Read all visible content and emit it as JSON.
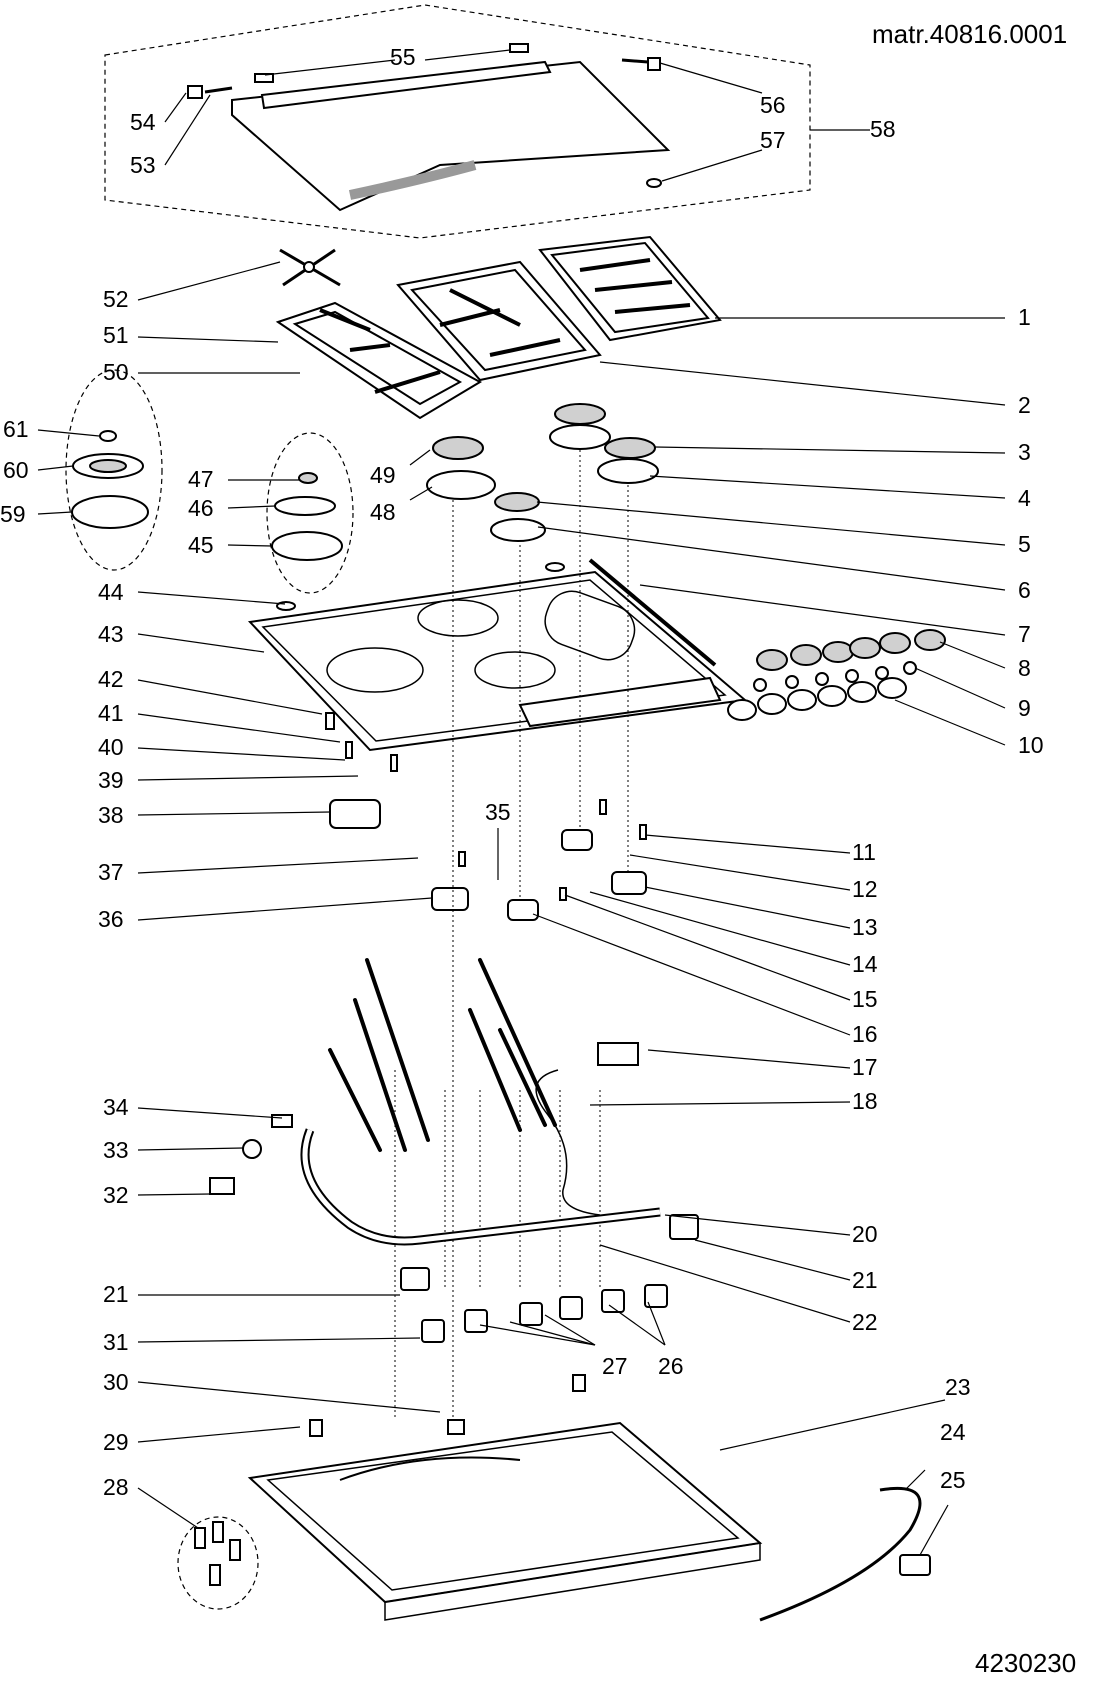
{
  "header": {
    "material_code": "matr.40816.0001",
    "drawing_number": "4230230"
  },
  "callouts": [
    {
      "id": "1",
      "label": "1"
    },
    {
      "id": "2",
      "label": "2"
    },
    {
      "id": "3",
      "label": "3"
    },
    {
      "id": "4",
      "label": "4"
    },
    {
      "id": "5",
      "label": "5"
    },
    {
      "id": "6",
      "label": "6"
    },
    {
      "id": "7",
      "label": "7"
    },
    {
      "id": "8",
      "label": "8"
    },
    {
      "id": "9",
      "label": "9"
    },
    {
      "id": "10",
      "label": "10"
    },
    {
      "id": "11",
      "label": "11"
    },
    {
      "id": "12",
      "label": "12"
    },
    {
      "id": "13",
      "label": "13"
    },
    {
      "id": "14",
      "label": "14"
    },
    {
      "id": "15",
      "label": "15"
    },
    {
      "id": "16",
      "label": "16"
    },
    {
      "id": "17",
      "label": "17"
    },
    {
      "id": "18",
      "label": "18"
    },
    {
      "id": "20",
      "label": "20"
    },
    {
      "id": "21a",
      "label": "21"
    },
    {
      "id": "21b",
      "label": "21"
    },
    {
      "id": "22",
      "label": "22"
    },
    {
      "id": "23",
      "label": "23"
    },
    {
      "id": "24",
      "label": "24"
    },
    {
      "id": "25",
      "label": "25"
    },
    {
      "id": "26",
      "label": "26"
    },
    {
      "id": "27",
      "label": "27"
    },
    {
      "id": "28",
      "label": "28"
    },
    {
      "id": "29",
      "label": "29"
    },
    {
      "id": "30",
      "label": "30"
    },
    {
      "id": "31",
      "label": "31"
    },
    {
      "id": "32",
      "label": "32"
    },
    {
      "id": "33",
      "label": "33"
    },
    {
      "id": "34",
      "label": "34"
    },
    {
      "id": "35",
      "label": "35"
    },
    {
      "id": "36",
      "label": "36"
    },
    {
      "id": "37",
      "label": "37"
    },
    {
      "id": "38",
      "label": "38"
    },
    {
      "id": "39",
      "label": "39"
    },
    {
      "id": "40",
      "label": "40"
    },
    {
      "id": "41",
      "label": "41"
    },
    {
      "id": "42",
      "label": "42"
    },
    {
      "id": "43",
      "label": "43"
    },
    {
      "id": "44",
      "label": "44"
    },
    {
      "id": "45",
      "label": "45"
    },
    {
      "id": "46",
      "label": "46"
    },
    {
      "id": "47",
      "label": "47"
    },
    {
      "id": "48",
      "label": "48"
    },
    {
      "id": "49",
      "label": "49"
    },
    {
      "id": "50",
      "label": "50"
    },
    {
      "id": "51",
      "label": "51"
    },
    {
      "id": "52",
      "label": "52"
    },
    {
      "id": "53",
      "label": "53"
    },
    {
      "id": "54",
      "label": "54"
    },
    {
      "id": "55",
      "label": "55"
    },
    {
      "id": "56",
      "label": "56"
    },
    {
      "id": "57",
      "label": "57"
    },
    {
      "id": "58",
      "label": "58"
    },
    {
      "id": "59",
      "label": "59"
    },
    {
      "id": "60",
      "label": "60"
    },
    {
      "id": "61",
      "label": "61"
    }
  ]
}
